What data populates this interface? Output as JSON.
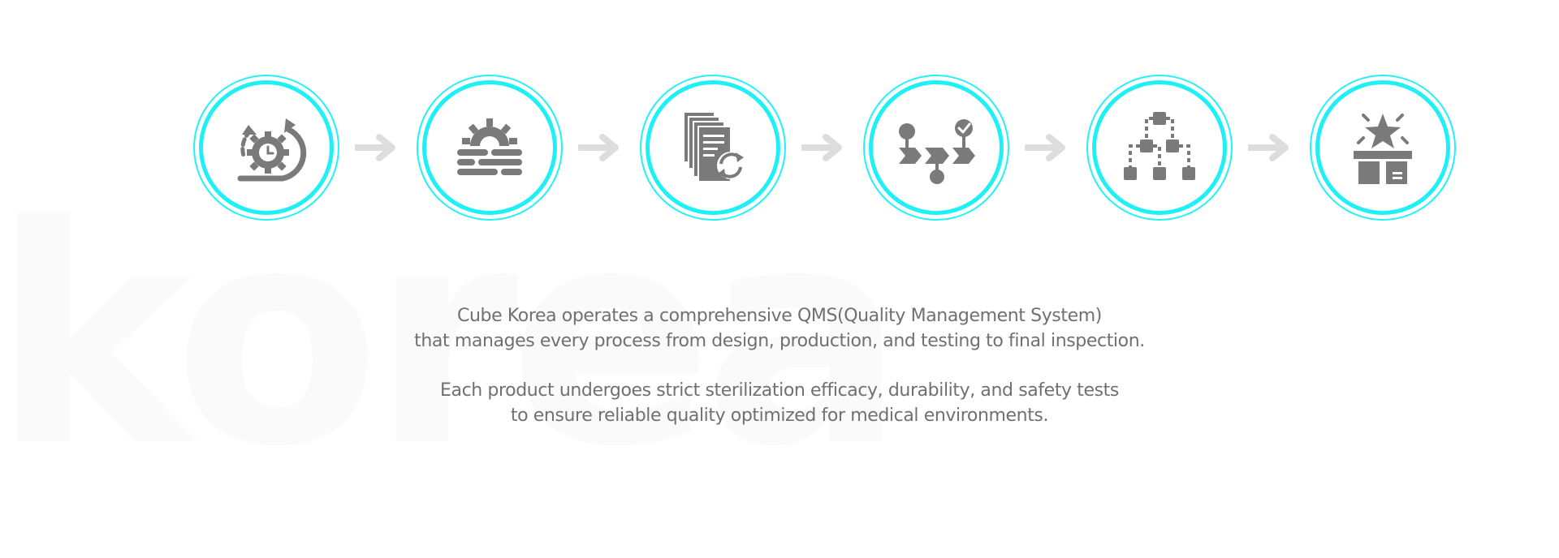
{
  "watermark": {
    "text": "korea"
  },
  "steps": [
    {
      "icon": "time-gear-cycle-icon"
    },
    {
      "icon": "sun-gear-layers-icon"
    },
    {
      "icon": "document-stack-refresh-icon"
    },
    {
      "icon": "process-flow-check-icon"
    },
    {
      "icon": "hierarchy-tree-icon"
    },
    {
      "icon": "star-box-icon"
    }
  ],
  "arrows": [
    {
      "icon": "arrow-right-icon"
    },
    {
      "icon": "arrow-right-icon"
    },
    {
      "icon": "arrow-right-icon"
    },
    {
      "icon": "arrow-right-icon"
    },
    {
      "icon": "arrow-right-icon"
    }
  ],
  "colors": {
    "ring": "#1ff0f5",
    "icon": "#7a7a7a",
    "arrow": "#dddddd",
    "text": "#707070",
    "watermark": "#fafafa"
  },
  "description": {
    "paragraph1": {
      "line1": "Cube Korea operates a comprehensive QMS(Quality Management System)",
      "line2": "that manages every process from design, production, and testing to final inspection."
    },
    "paragraph2": {
      "line1": "Each product undergoes strict sterilization efficacy, durability, and safety tests",
      "line2": "to ensure reliable quality optimized for medical environments."
    }
  }
}
